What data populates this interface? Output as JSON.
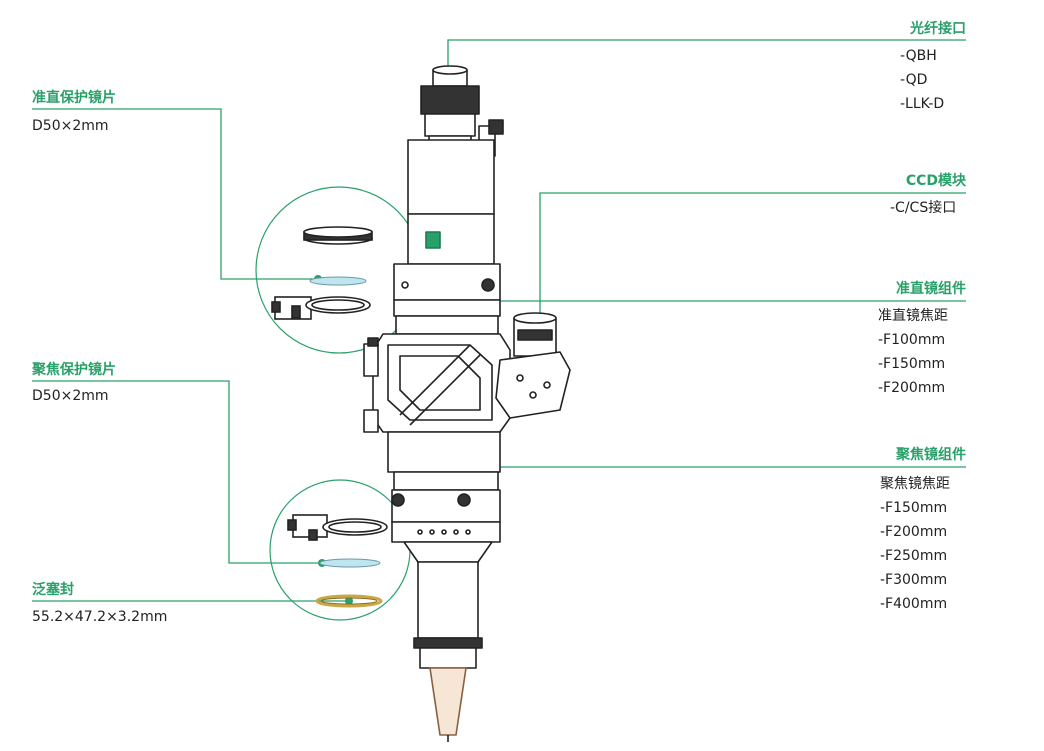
{
  "colors": {
    "accent": "#2aa06a",
    "line": "#222222",
    "lens": "#bfe5ee",
    "oring": "#c9a648"
  },
  "callouts": {
    "fiber": {
      "title": "光纤接口",
      "specs": [
        "-QBH",
        "-QD",
        "-LLK-D"
      ]
    },
    "ccd": {
      "title": "CCD模块",
      "specs": [
        "-C/CS接口"
      ]
    },
    "collimator": {
      "title": "准直镜组件",
      "specs": [
        "准直镜焦距",
        "-F100mm",
        "-F150mm",
        "-F200mm"
      ]
    },
    "focus": {
      "title": "聚焦镜组件",
      "specs": [
        "聚焦镜焦距",
        "-F150mm",
        "-F200mm",
        "-F250mm",
        "-F300mm",
        "-F400mm"
      ]
    },
    "collimator_window": {
      "title": "准直保护镜片",
      "specs": [
        "D50×2mm"
      ]
    },
    "focus_window": {
      "title": "聚焦保护镜片",
      "specs": [
        "D50×2mm"
      ]
    },
    "seal": {
      "title": "泛塞封",
      "specs": [
        "55.2×47.2×3.2mm"
      ]
    }
  }
}
